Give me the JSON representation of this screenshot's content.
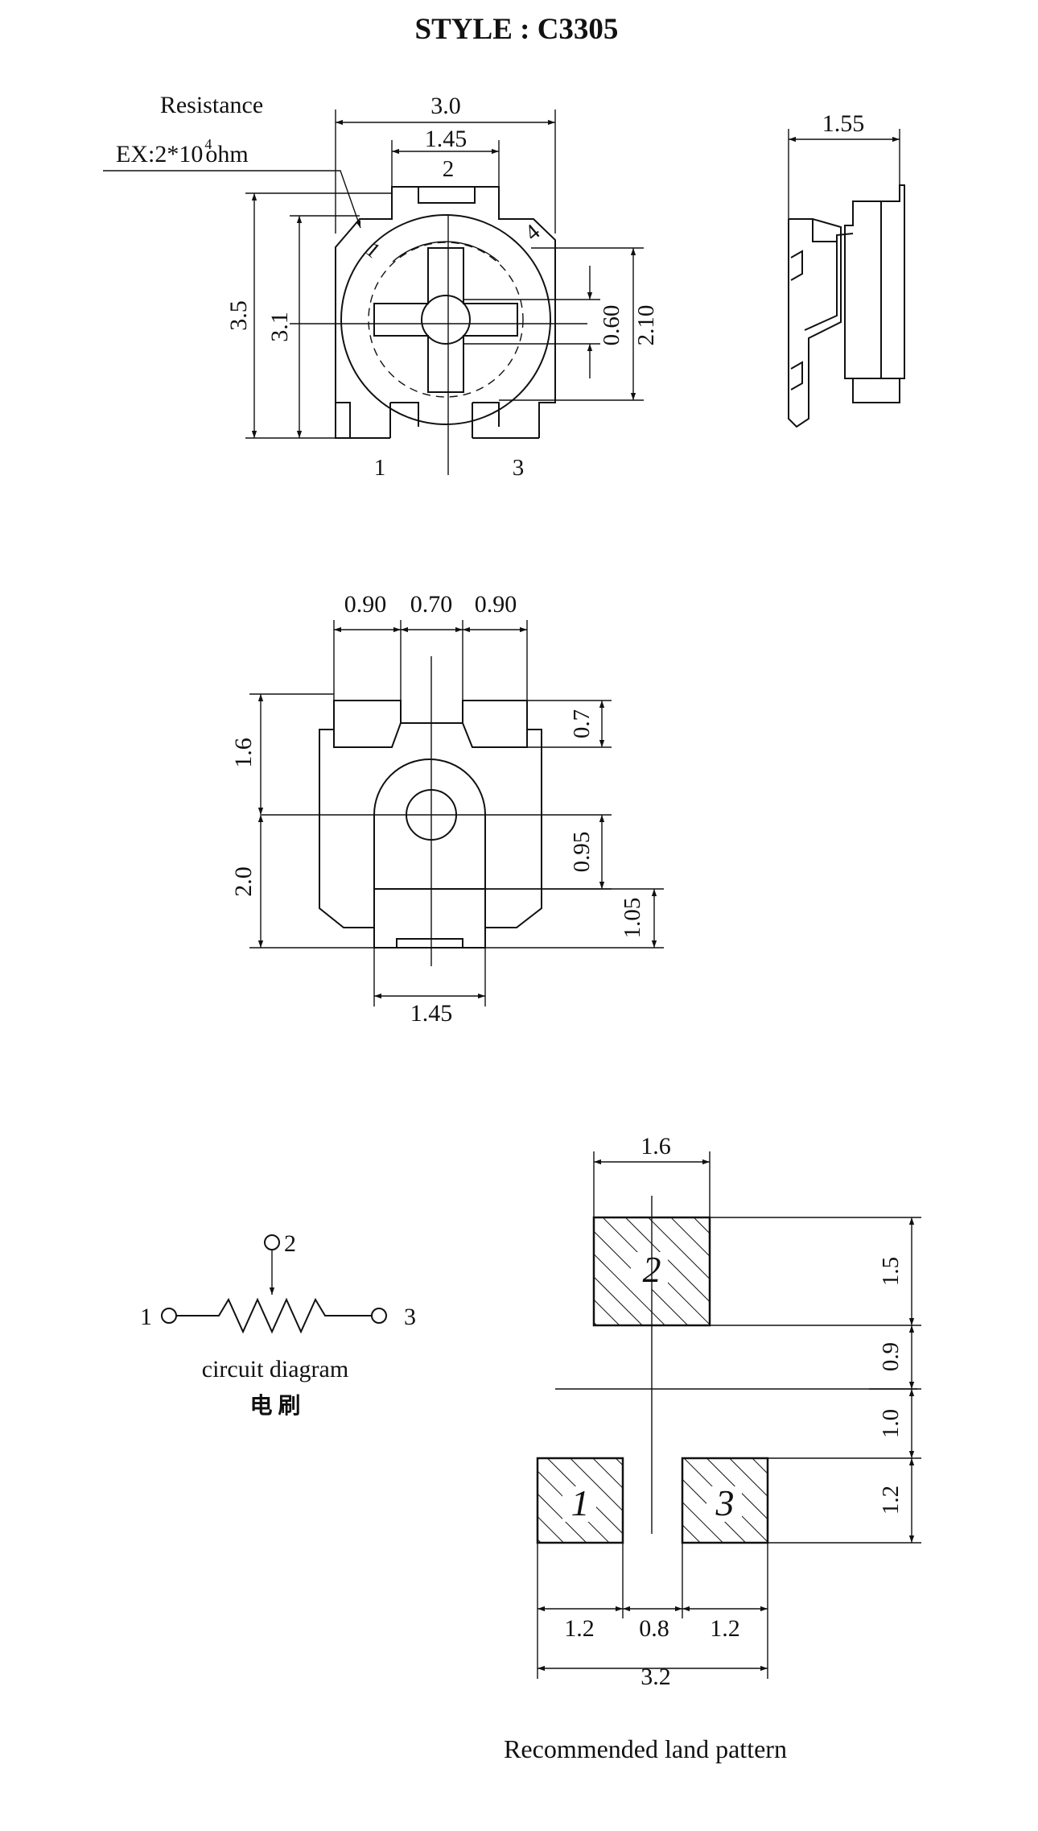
{
  "title": "STYLE : C3305",
  "resistance": {
    "label": "Resistance",
    "example": "EX:2*10",
    "exponent": "4",
    "unit": "ohm"
  },
  "top_view": {
    "pins": {
      "one": "1",
      "two": "2",
      "three": "3",
      "four": "4",
      "wiper_mark": "1"
    },
    "dims": {
      "width": "3.0",
      "tab": "1.45",
      "height_outer": "3.5",
      "height_inner": "3.1",
      "hole": "0.60",
      "rotor": "2.10",
      "side": "1.55"
    }
  },
  "bottom_view": {
    "dims": {
      "pad_left": "0.90",
      "gap": "0.70",
      "pad_right": "0.90",
      "upper": "1.6",
      "lower": "2.0",
      "pad_h": "0.7",
      "hole_off": "0.95",
      "base": "1.05",
      "tab": "1.45"
    }
  },
  "circuit": {
    "pin1": "1",
    "pin2": "2",
    "pin3": "3",
    "caption": "circuit diagram",
    "caption_cn": "电 刷"
  },
  "land_pattern": {
    "pads": {
      "top": "2",
      "left": "1",
      "right": "3"
    },
    "dims": {
      "top_w": "1.6",
      "top_h": "1.5",
      "gap1": "0.9",
      "gap2": "1.0",
      "bottom_h": "1.2",
      "left_w": "1.2",
      "mid": "0.8",
      "right_w": "1.2",
      "total": "3.2"
    },
    "caption": "Recommended land pattern"
  }
}
